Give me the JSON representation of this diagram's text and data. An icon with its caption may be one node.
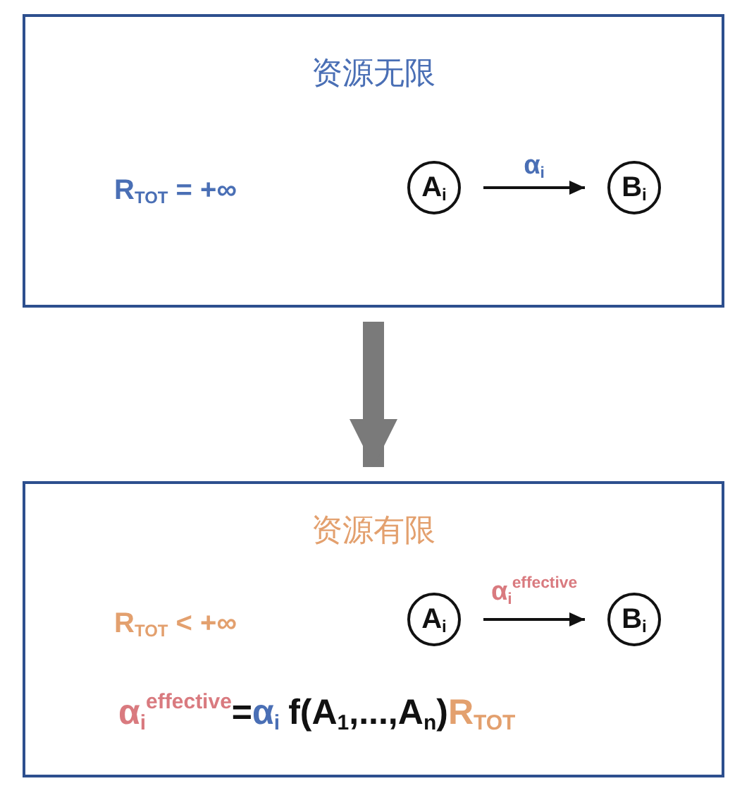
{
  "diagram": {
    "nodes": [
      {
        "text": [
          "资源无限"
        ]
      },
      {
        "text": [
          "A$_{i}$"
        ],
        "in": 0
      },
      {
        "text": [
          "B$_{i}$"
        ],
        "in": 0
      },
      {
        "text": [
          "资源有限"
        ]
      },
      {
        "text": [
          "A$_{i}$"
        ],
        "in": 3
      },
      {
        "text": [
          "B$_{i}$"
        ],
        "in": 3
      }
    ],
    "edges": [
      {
        "from": 1,
        "to": 2,
        "arrow": "to",
        "label": "α$_{i}$"
      },
      {
        "from": 0,
        "to": 3,
        "arrow": "to",
        "style": "thick",
        "color": "#7a7a7a"
      },
      {
        "from": 4,
        "to": 5,
        "arrow": "to",
        "label": "α$_{i}$$^{effective}$"
      }
    ],
    "labels": [
      "R$_{TOT}$ = +∞",
      "R$_{TOT}$ < +∞",
      "α$_{i}$$^{effective}$",
      "=",
      "α$_{i}$",
      "f(A$_{1}$,...,A$_{n}$)",
      "R$_{TOT}$"
    ]
  }
}
